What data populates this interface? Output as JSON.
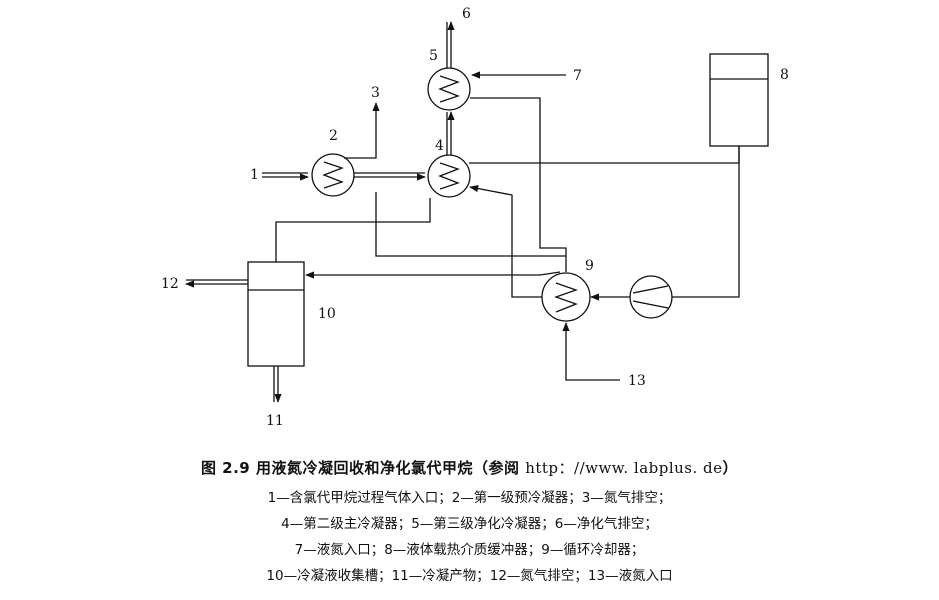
{
  "figure": {
    "labels": {
      "n1": "1",
      "n2": "2",
      "n3": "3",
      "n4": "4",
      "n5": "5",
      "n6": "6",
      "n7": "7",
      "n8": "8",
      "n9": "9",
      "n10": "10",
      "n11": "11",
      "n12": "12",
      "n13": "13"
    }
  },
  "caption": {
    "title_prefix": "图 2.9   用液氮冷凝回收和净化氯代甲烷（参阅 ",
    "title_link": "http：//www. labplus. de",
    "title_suffix": "）",
    "lines": [
      "1—含氯代甲烷过程气体入口；2—第一级预冷凝器；3—氮气排空；",
      "4—第二级主冷凝器；5—第三级净化冷凝器；6—净化气排空；",
      "7—液氮入口；8—液体载热介质缓冲器；9—循环冷却器；",
      "10—冷凝液收集槽；11—冷凝产物；12—氮气排空；13—液氮入口"
    ]
  }
}
